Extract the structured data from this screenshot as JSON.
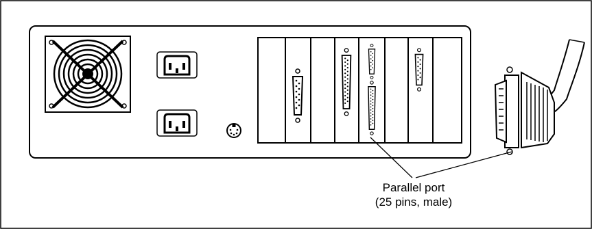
{
  "diagram": {
    "callout": {
      "line1": "Parallel port",
      "line2": "(25 pins, male)"
    },
    "components": {
      "fan": "fan-grille-icon",
      "power_sockets": 2,
      "mouse_port": "ps2-port-icon",
      "expansion_slots": 8
    },
    "colors": {
      "line": "#000000",
      "background": "#ffffff"
    }
  }
}
